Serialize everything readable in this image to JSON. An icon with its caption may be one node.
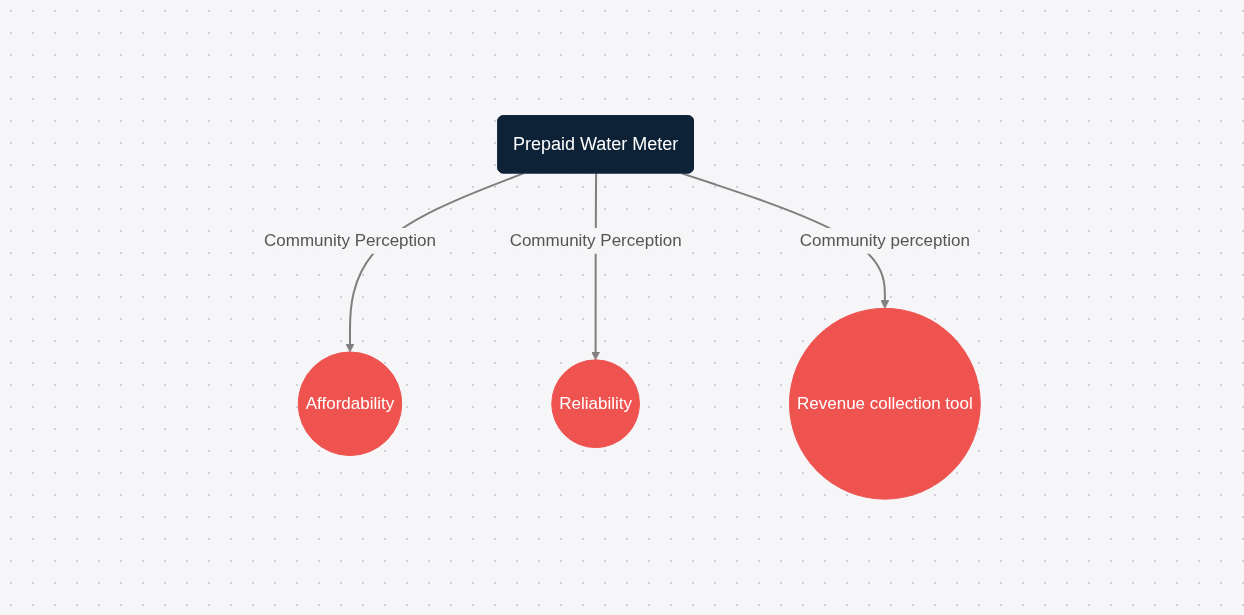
{
  "diagram": {
    "nodes": [
      {
        "text": [
          "Prepaid Water Meter"
        ]
      },
      {
        "text": [
          "Affordability"
        ]
      },
      {
        "text": [
          "Reliability"
        ]
      },
      {
        "text": [
          "Revenue collection tool"
        ]
      }
    ],
    "edges": [
      {
        "from": 0,
        "to": 1,
        "arrow": "to",
        "label": "Community Perception"
      },
      {
        "from": 0,
        "to": 2,
        "arrow": "to",
        "label": "Community Perception"
      },
      {
        "from": 0,
        "to": 3,
        "arrow": "to",
        "label": "Community perception"
      }
    ]
  }
}
